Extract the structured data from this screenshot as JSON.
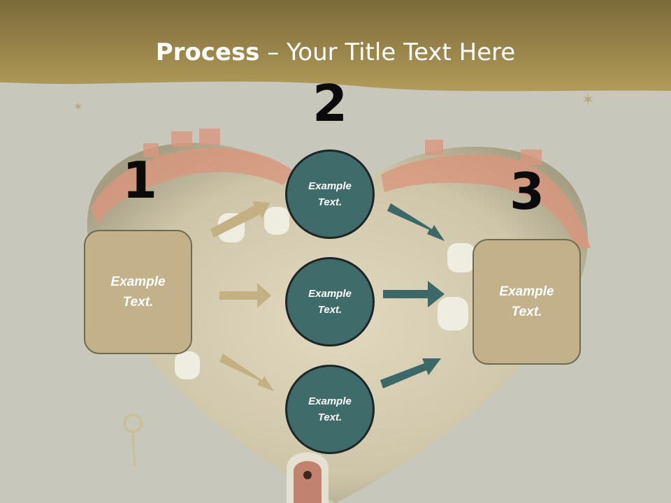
{
  "slide": {
    "title_bold": "Process",
    "title_rest": " – Your Title Text Here"
  },
  "steps": {
    "n1": "1",
    "n2": "2",
    "n3": "3"
  },
  "boxes": {
    "left": "Example Text.",
    "right": "Example Text."
  },
  "circles": {
    "top": "Example Text.",
    "middle": "Example Text.",
    "bottom": "Example Text."
  },
  "colors": {
    "header_band": "#a89350",
    "box_fill": "#c2b18a",
    "circle_fill": "#3f6b6b",
    "arrow_tan": "#c4b183",
    "arrow_teal": "#3c6868"
  }
}
